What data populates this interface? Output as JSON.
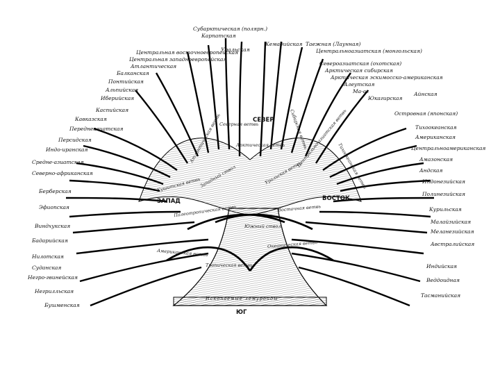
{
  "directions": {
    "north": "СЕВЕР",
    "west": "ЗАПАД",
    "east": "ВОСТОК",
    "south": "ЮГ"
  },
  "trunk_label": "Ископаемые лемуроиды",
  "branch_labels": {
    "sycamore": "Американская ветвь",
    "palaeo": "Палеотропическая ветвь",
    "eastern": "Восточная ветвь",
    "southern": "Южный ствол",
    "western": "Западный ствол",
    "arctic": "Арктическая ветвь",
    "kushite": "Кушитская ветвь",
    "aethiopic": "Атлантическая ветвь",
    "tropic": "Тропическая ветвь",
    "pacific": "Тихоокеанская ветвь",
    "uralic": "Уральская ветвь",
    "siberian": "Сибирская ветвь",
    "central_asiatic": "Центрально-азиатская ветвь",
    "northern": "Северная ветвь",
    "oceanic": "Океаническая ветвь"
  },
  "top_labels": [
    "Субарктическая (полярн.)",
    "Карпатская",
    "Уральская",
    "Кемадийская",
    "Таежная (Лаунная)",
    "Центральноазиатская (монгольская)"
  ],
  "left_labels": [
    "Центральная восточноевропейская",
    "Центральная западноевропейская",
    "Атлантическая",
    "Балканская",
    "Понтийская",
    "Альпийская",
    "Иберийская",
    "Каспийская",
    "Кавказская",
    "Переднеазиатская",
    "Персидская",
    "Индо-иранская",
    "Средне-азиатская",
    "Северно-африканская",
    "Берберская",
    "Эфиопская",
    "Виндхукская",
    "Бадарийская",
    "Нилотская",
    "Суданская",
    "Негро-гвинейская",
    "Негрилльская",
    "Бушменская"
  ],
  "right_labels": [
    "Североазиатская (охотская)",
    "Арктическая сибирская",
    "Арктическая эскимосско-американская",
    "Алеутская",
    "Ма-ас",
    "Юкагирская",
    "Айнская",
    "Островная (японская)",
    "Тихоокеанская",
    "Американская",
    "Центральноамериканская",
    "Амазонская",
    "Андская",
    "Индонезийская",
    "Полинезийская",
    "Курильская",
    "Малайзийская",
    "Меланезийская",
    "Австралийская",
    "Индийская",
    "Веддоидная",
    "Тасманийская"
  ]
}
